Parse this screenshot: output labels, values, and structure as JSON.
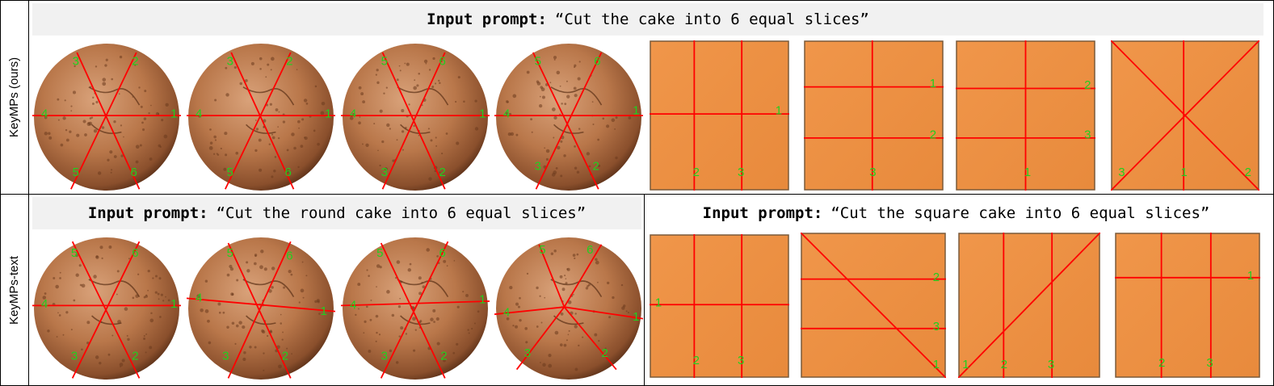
{
  "row_labels": {
    "ours": "KeyMPs (ours)",
    "text": "KeyMPs-text"
  },
  "prompt_prefix": "Input prompt:",
  "prompts": {
    "top": "“Cut the cake into 6 equal slices”",
    "bottom_round": "“Cut the round cake into 6 equal slices”",
    "bottom_square": "“Cut the square cake into 6 equal slices”"
  },
  "colors": {
    "cut_line": "#ff0000",
    "cut_label": "#1fd01f",
    "round_cake": "#b9774a",
    "square_cake": "#e88a3c"
  },
  "panels": [
    {
      "row": "top",
      "kind": "round",
      "label_text": [
        "3",
        "2",
        "4",
        "1",
        "5",
        "6"
      ]
    },
    {
      "row": "top",
      "kind": "round",
      "label_text": [
        "3",
        "2",
        "4",
        "1",
        "5",
        "6"
      ]
    },
    {
      "row": "top",
      "kind": "round",
      "label_text": [
        "5",
        "6",
        "4",
        "1",
        "3",
        "2"
      ]
    },
    {
      "row": "top",
      "kind": "round",
      "label_text": [
        "5",
        "6",
        "4",
        "1",
        "3",
        "2"
      ]
    },
    {
      "row": "top",
      "kind": "square",
      "label_text": [
        "1",
        "2",
        "3"
      ]
    },
    {
      "row": "top",
      "kind": "square",
      "label_text": [
        "1",
        "2",
        "3"
      ]
    },
    {
      "row": "top",
      "kind": "square",
      "label_text": [
        "2",
        "3",
        "1"
      ]
    },
    {
      "row": "top",
      "kind": "square",
      "label_text": [
        "3",
        "1",
        "2"
      ]
    },
    {
      "row": "bottom",
      "kind": "round",
      "label_text": [
        "5",
        "6",
        "4",
        "1",
        "3",
        "2"
      ]
    },
    {
      "row": "bottom",
      "kind": "round",
      "label_text": [
        "5",
        "6",
        "4",
        "1",
        "3",
        "2"
      ]
    },
    {
      "row": "bottom",
      "kind": "round",
      "label_text": [
        "5",
        "6",
        "4",
        "1",
        "3",
        "2"
      ]
    },
    {
      "row": "bottom",
      "kind": "round",
      "label_text": [
        "5",
        "6",
        "4",
        "1",
        "3",
        "2"
      ]
    },
    {
      "row": "bottom",
      "kind": "square",
      "label_text": [
        "1",
        "2",
        "3"
      ]
    },
    {
      "row": "bottom",
      "kind": "square",
      "label_text": [
        "2",
        "3",
        "1"
      ]
    },
    {
      "row": "bottom",
      "kind": "square",
      "label_text": [
        "1",
        "2",
        "3"
      ]
    },
    {
      "row": "bottom",
      "kind": "square",
      "label_text": [
        "1",
        "2",
        "3"
      ]
    }
  ]
}
